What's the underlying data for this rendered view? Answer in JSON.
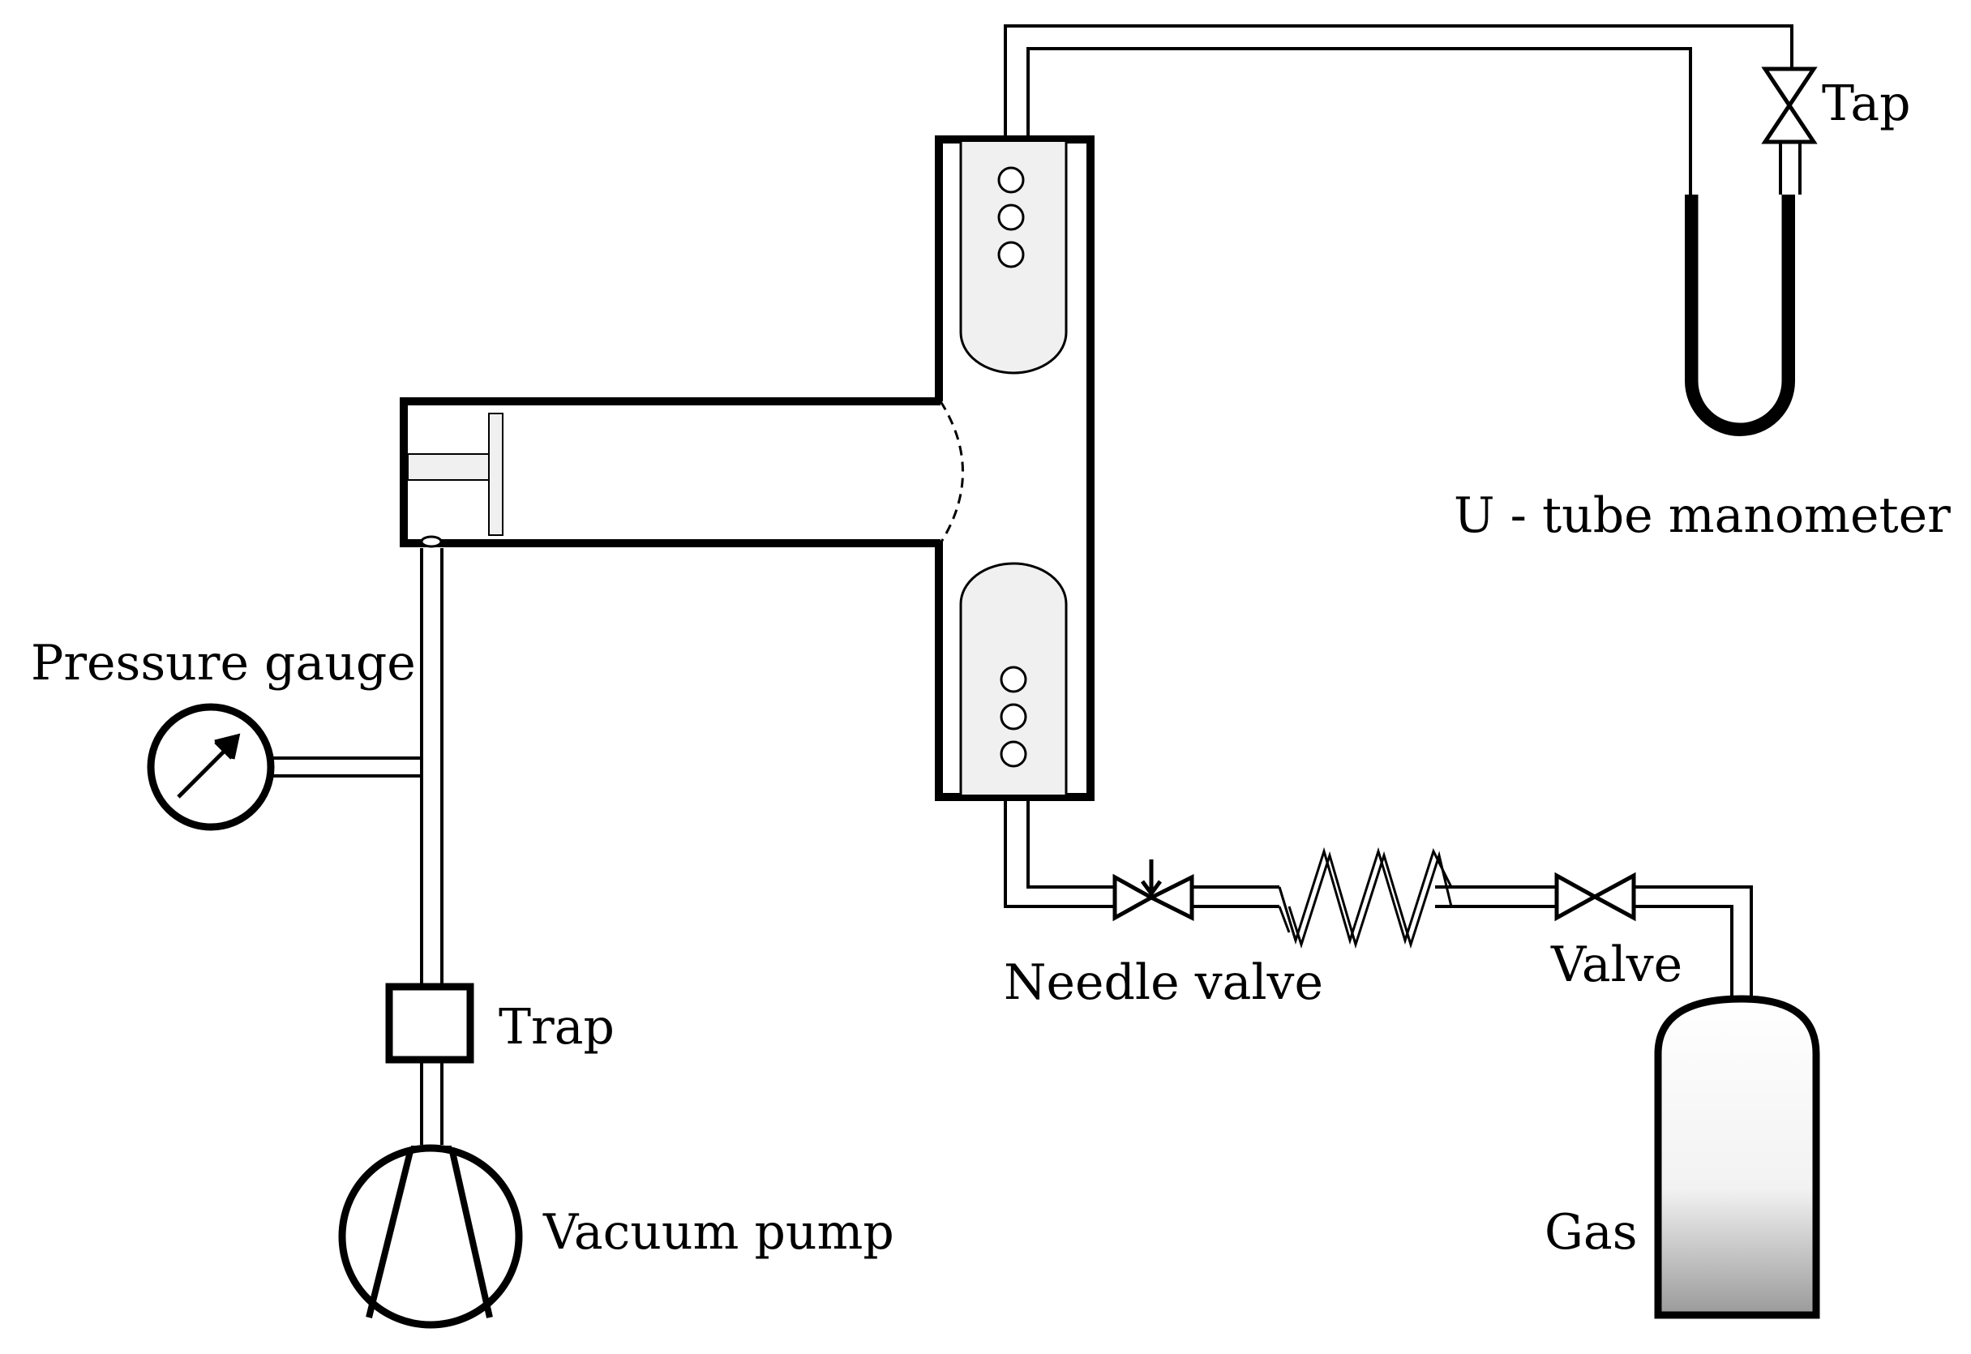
{
  "labels": {
    "tap": "Tap",
    "u_tube_manometer": "U - tube manometer",
    "pressure_gauge": "Pressure gauge",
    "trap": "Trap",
    "vacuum_pump": "Vacuum pump",
    "needle_valve": "Needle valve",
    "valve": "Valve",
    "gas": "Gas"
  },
  "colors": {
    "stroke": "#000000",
    "fill_light": "#f0f0f0",
    "background": "#ffffff"
  }
}
